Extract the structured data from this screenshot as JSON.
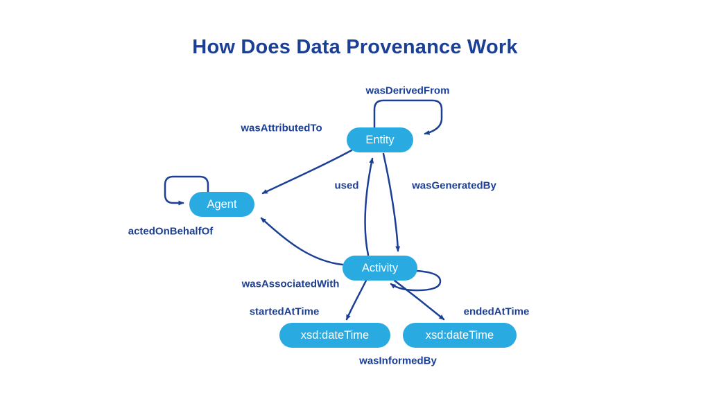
{
  "title": "How Does Data Provenance Work",
  "colors": {
    "node_fill": "#29ABE2",
    "line_color": "#1B3F94",
    "label_color": "#1B3F94",
    "title_color": "#1B3F94",
    "bg": "#FFFFFF"
  },
  "nodes": {
    "entity": {
      "label": "Entity"
    },
    "agent": {
      "label": "Agent"
    },
    "activity": {
      "label": "Activity"
    },
    "started_datetime": {
      "label": "xsd:dateTime"
    },
    "ended_datetime": {
      "label": "xsd:dateTime"
    }
  },
  "edges": {
    "wasDerivedFrom": {
      "label": "wasDerivedFrom",
      "from": "entity",
      "to": "entity"
    },
    "wasAttributedTo": {
      "label": "wasAttributedTo",
      "from": "entity",
      "to": "agent"
    },
    "used": {
      "label": "used",
      "from": "activity",
      "to": "entity"
    },
    "wasGeneratedBy": {
      "label": "wasGeneratedBy",
      "from": "entity",
      "to": "activity"
    },
    "actedOnBehalfOf": {
      "label": "actedOnBehalfOf",
      "from": "agent",
      "to": "agent"
    },
    "wasAssociatedWith": {
      "label": "wasAssociatedWith",
      "from": "activity",
      "to": "agent"
    },
    "wasInformedBy": {
      "label": "wasInformedBy",
      "from": "activity",
      "to": "activity"
    },
    "startedAtTime": {
      "label": "startedAtTime",
      "from": "activity",
      "to": "xsd:dateTime"
    },
    "endedAtTime": {
      "label": "endedAtTime",
      "from": "activity",
      "to": "xsd:dateTime"
    }
  }
}
